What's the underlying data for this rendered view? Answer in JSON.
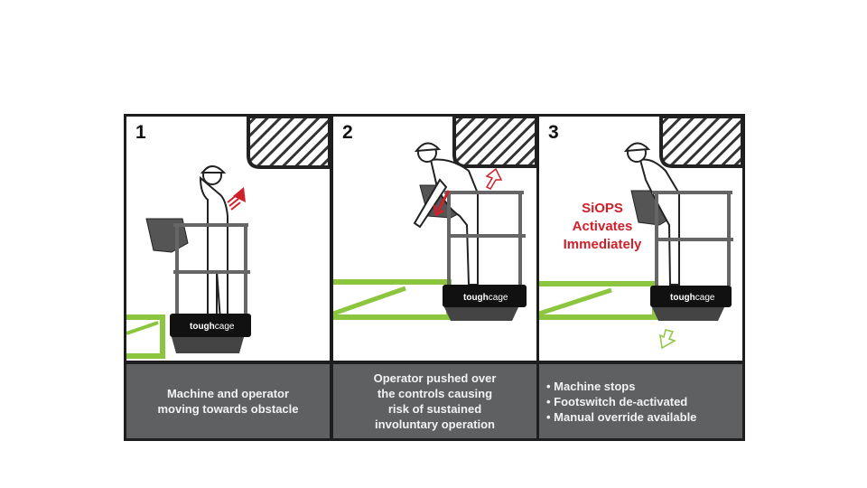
{
  "panels": [
    {
      "number": "1",
      "caption_lines": [
        "Machine and operator",
        "moving towards obstacle"
      ],
      "basket_brand": {
        "bold": "tough",
        "light": "cage"
      }
    },
    {
      "number": "2",
      "caption_lines": [
        "Operator pushed over",
        "the controls causing",
        "risk of sustained",
        "involuntary operation"
      ],
      "basket_brand": {
        "bold": "tough",
        "light": "cage"
      }
    },
    {
      "number": "3",
      "callout_lines": [
        "SiOPS",
        "Activates",
        "Immediately"
      ],
      "bullets": [
        "Machine stops",
        "Footswitch de-activated",
        "Manual override available"
      ],
      "basket_brand": {
        "bold": "tough",
        "light": "cage"
      }
    }
  ],
  "colors": {
    "boom": "#8cc63f",
    "alert": "#d0202a",
    "caption_bg": "#5f6062"
  }
}
